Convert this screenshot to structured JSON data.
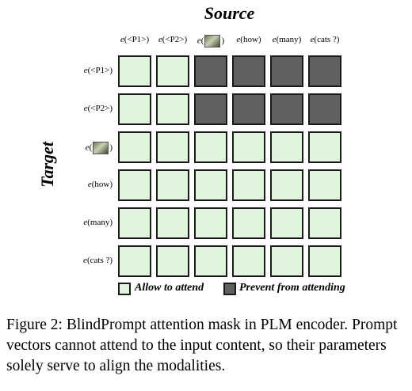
{
  "figure": {
    "source_title": "Source",
    "target_title": "Target",
    "tokens": [
      {
        "prefix": "e",
        "text": "(<P1>)",
        "image": false
      },
      {
        "prefix": "e",
        "text": "(<P2>)",
        "image": false
      },
      {
        "prefix": "e",
        "text": ")",
        "image": true,
        "image_desc": "cat-photo-thumbnail"
      },
      {
        "prefix": "e",
        "text": "(how)",
        "image": false
      },
      {
        "prefix": "e",
        "text": "(many)",
        "image": false
      },
      {
        "prefix": "e",
        "text": "(cats ?)",
        "image": false
      }
    ],
    "mask": [
      [
        1,
        1,
        0,
        0,
        0,
        0
      ],
      [
        1,
        1,
        0,
        0,
        0,
        0
      ],
      [
        1,
        1,
        1,
        1,
        1,
        1
      ],
      [
        1,
        1,
        1,
        1,
        1,
        1
      ],
      [
        1,
        1,
        1,
        1,
        1,
        1
      ],
      [
        1,
        1,
        1,
        1,
        1,
        1
      ]
    ],
    "colors": {
      "allow": "#dff6dd",
      "prevent": "#616161",
      "border": "#1a1a1a"
    },
    "legend": {
      "allow_label": "Allow to attend",
      "prevent_label": "Prevent from attending"
    }
  },
  "caption": "Figure 2: BlindPrompt attention mask in PLM encoder. Prompt vectors cannot attend to the input content, so their parameters solely serve to align the modalities."
}
